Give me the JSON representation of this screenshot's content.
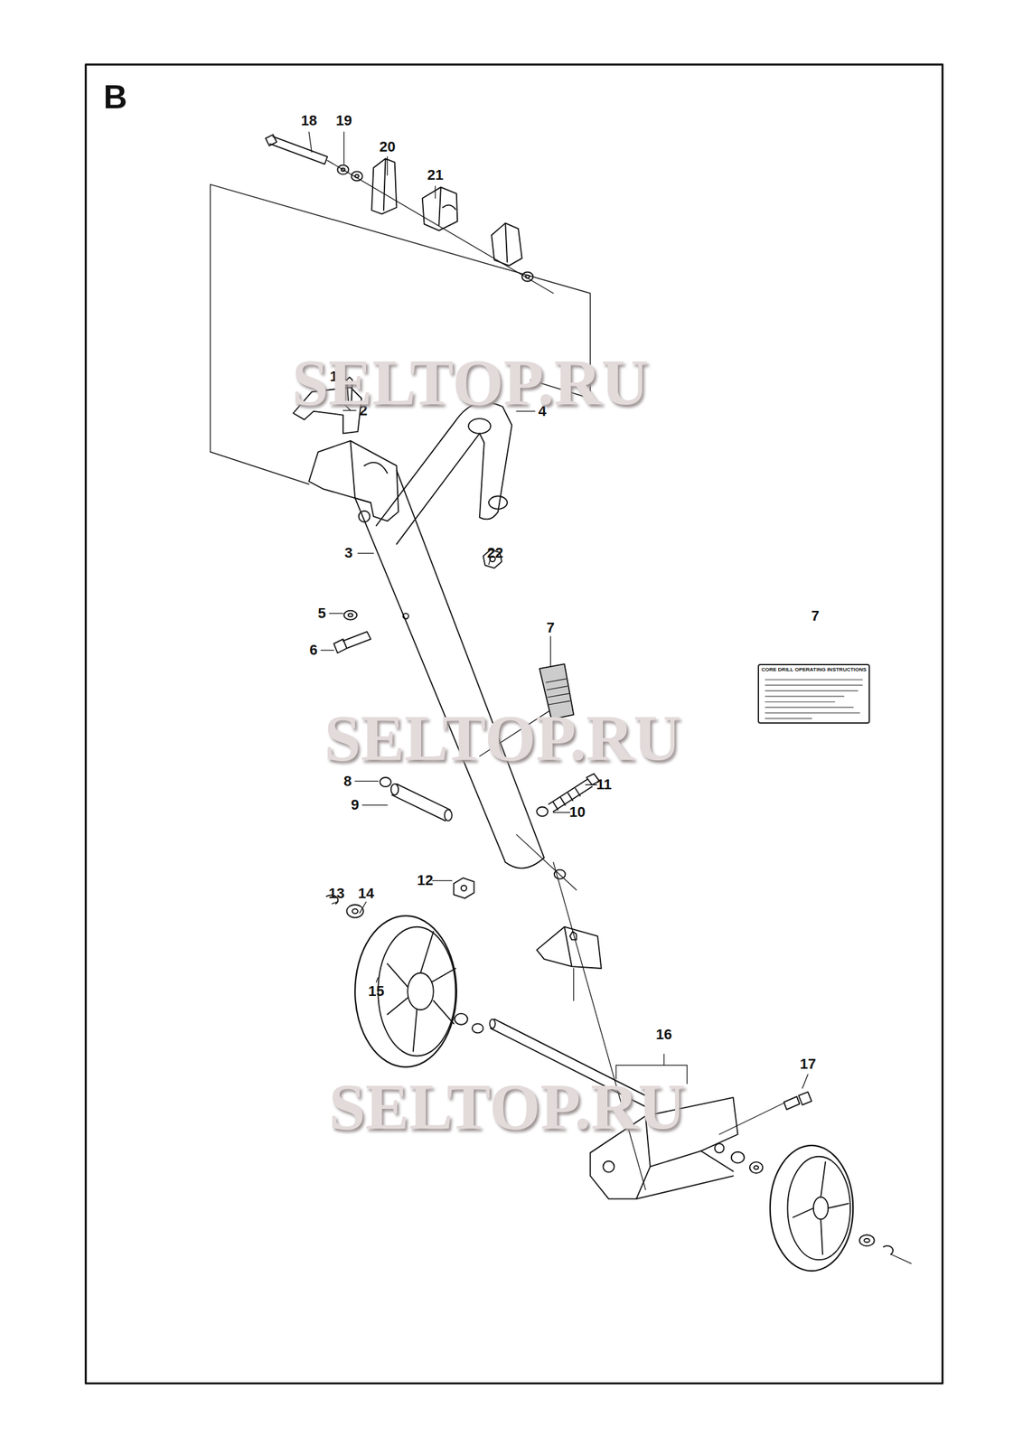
{
  "diagram": {
    "nodes": [
      {
        "text": [
          "CORE DRILL OPERATING INSTRUCTIONS"
        ]
      }
    ],
    "labels": [
      "B",
      "18",
      "19",
      "20",
      "21",
      "1",
      "2",
      "4",
      "3",
      "22",
      "5",
      "6",
      "7",
      "7",
      "8",
      "9",
      "11",
      "10",
      "12",
      "13",
      "14",
      "15",
      "16",
      "17",
      "SELTOP.RU",
      "SELTOP.RU",
      "SELTOP.RU"
    ]
  }
}
